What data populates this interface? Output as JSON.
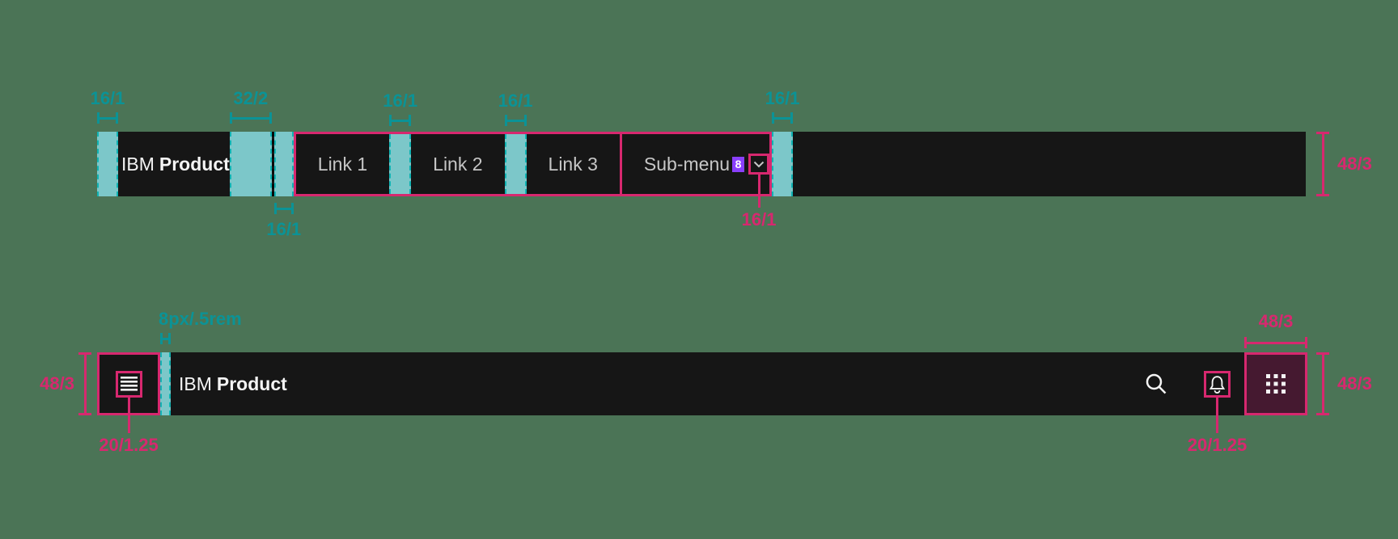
{
  "colors": {
    "background": "#4b7456",
    "bar": "#161616",
    "annotation_teal": "#0b9396",
    "annotation_teal_fill": "#7cc7c9",
    "annotation_pink": "#d7286f",
    "annotation_purple": "#8a3ffc",
    "link_text": "#c6c6c6",
    "brand_text": "#f4f4f4",
    "switcher_highlight_fill": "#451930"
  },
  "top_header": {
    "brand": {
      "prefix": "IBM",
      "name": "Product"
    },
    "links": [
      "Link 1",
      "Link 2",
      "Link 3"
    ],
    "submenu": {
      "label": "Sub-menu",
      "badge": "8",
      "chevron_icon": "chevron-down"
    },
    "annotations": {
      "spacing_above": [
        "16/1",
        "32/2",
        "16/1",
        "16/1",
        "16/1"
      ],
      "spacing_below": "16/1",
      "chevron_size": "16/1",
      "bar_height": "48/3"
    }
  },
  "bottom_header": {
    "brand": {
      "prefix": "IBM",
      "name": "Product"
    },
    "icons": [
      "menu-icon",
      "search-icon",
      "bell-icon",
      "app-switcher-grid-icon"
    ],
    "annotations": {
      "bar_height_left": "48/3",
      "menu_icon_size": "20/1.25",
      "brand_gap": "8px/.5rem",
      "bell_icon_size": "20/1.25",
      "switcher_width": "48/3",
      "bar_height_right": "48/3"
    }
  }
}
